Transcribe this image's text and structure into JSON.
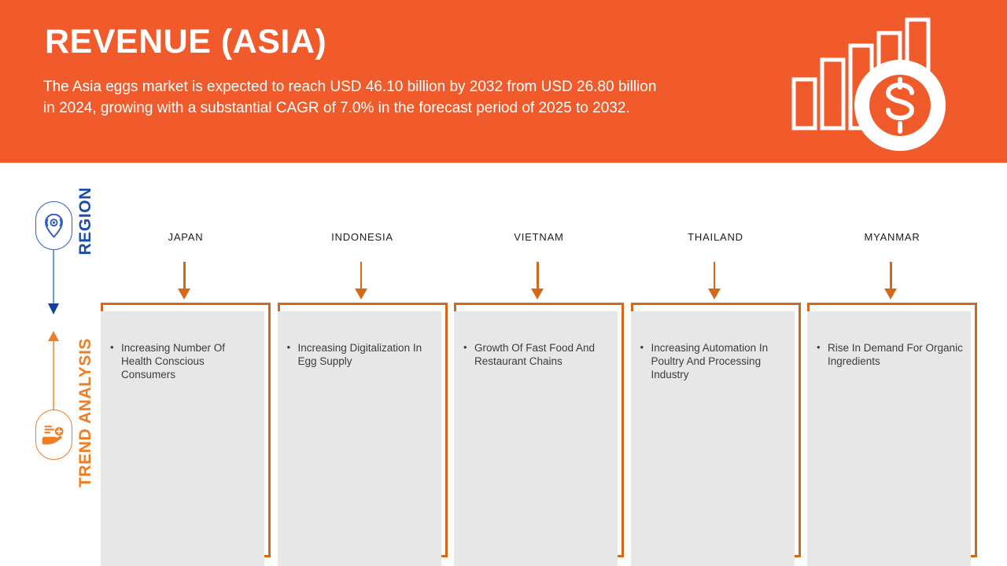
{
  "header": {
    "title": "REVENUE (ASIA)",
    "subtitle": "The Asia eggs market is expected to reach USD 46.10 billion by 2032 from USD 26.80 billion in 2024, growing with a substantial CAGR of 7.0% in the forecast period of 2025 to 2032.",
    "icon_name": "revenue-growth-dollar-icon"
  },
  "colors": {
    "banner_orange": "#f15b2b",
    "accent_orange": "#d4691a",
    "label_orange": "#f07d22",
    "region_blue": "#1b4ea8",
    "arrow_blue": "#14409a",
    "card_gray": "#e7e7e7",
    "text_dark": "#3c3c3c"
  },
  "rail": {
    "region": {
      "label": "REGION",
      "icon_name": "location-pin-icon"
    },
    "trend": {
      "label": "TREND ANALYSIS",
      "icon_name": "hand-holding-coin-icon"
    }
  },
  "columns": [
    {
      "region": "JAPAN",
      "trends": [
        "Increasing Number Of Health Conscious Consumers"
      ]
    },
    {
      "region": "INDONESIA",
      "trends": [
        "Increasing Digitalization In Egg Supply"
      ]
    },
    {
      "region": "VIETNAM",
      "trends": [
        "Growth Of Fast Food And Restaurant Chains"
      ]
    },
    {
      "region": "THAILAND",
      "trends": [
        "Increasing Automation In Poultry And Processing Industry"
      ]
    },
    {
      "region": "MYANMAR",
      "trends": [
        "Rise In Demand For Organic Ingredients"
      ]
    }
  ],
  "chart_data": {
    "type": "bar",
    "title": "Revenue growth bars (decorative header icon)",
    "categories": [
      "1",
      "2",
      "3",
      "4",
      "5"
    ],
    "values": [
      1,
      2,
      3,
      4,
      5
    ],
    "xlabel": "",
    "ylabel": "",
    "ylim": [
      0,
      5
    ]
  }
}
